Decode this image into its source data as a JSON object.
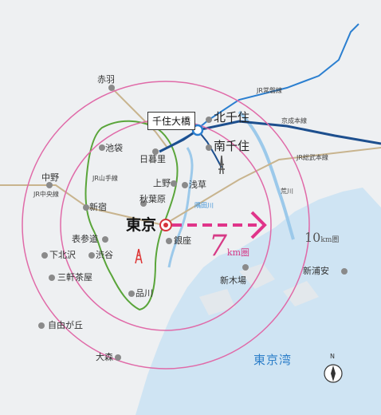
{
  "stations": {
    "akabane": "赤羽",
    "ikebukuro": "池袋",
    "nakano": "中野",
    "shinjuku": "新宿",
    "omotesando": "表参道",
    "shibuya": "渋谷",
    "shimokitazawa": "下北沢",
    "sangenjaya": "三軒茶屋",
    "jiyugaoka": "自由が丘",
    "omori": "大森",
    "nippori": "日暮里",
    "ueno": "上野",
    "asakusa": "浅草",
    "akihabara": "秋葉原",
    "ginza": "銀座",
    "shinagawa": "品川",
    "shinkiba": "新木場",
    "shinurayasu": "新浦安",
    "kitasenju": "北千住",
    "minamisenju": "南千住",
    "tokyo": "東京"
  },
  "site_label": "千住大橋",
  "lines": {
    "jr_joban": "JR常磐線",
    "keisei": "京成本線",
    "jr_sobu": "JR総武本線",
    "jr_yamanote": "JR山手線",
    "jr_chuo": "JR中央線"
  },
  "rivers": {
    "sumida": "隅田川",
    "arakawa": "荒川"
  },
  "bay": "東京湾",
  "rings": {
    "inner_num": "7",
    "inner_unit": "km圏",
    "outer_num": "10",
    "outer_unit": "km圏"
  },
  "compass": "N",
  "colors": {
    "ring": "#e06aa8",
    "arrow": "#e0348a",
    "jr_blue": "#2b7fd0",
    "keisei_navy": "#1d4f8e",
    "yamanote": "#5aa53a",
    "other_lines": "#c8b48e",
    "water": "#cfe4f3"
  }
}
